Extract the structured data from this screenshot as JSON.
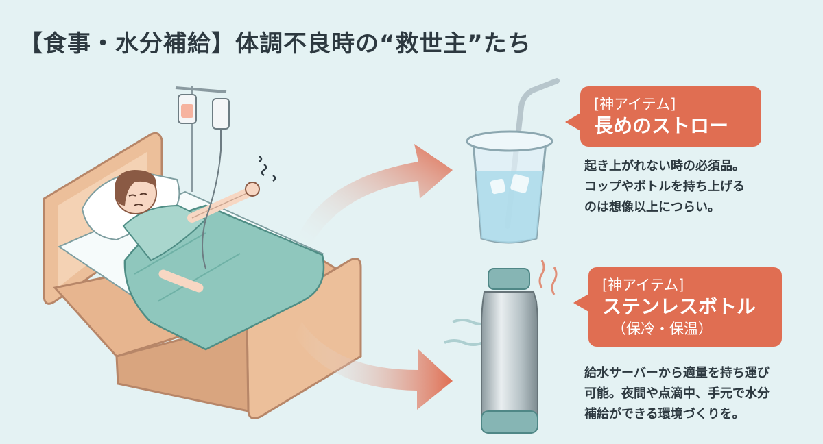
{
  "title": "【食事・水分補給】体調不良時の“救世主”たち",
  "items": [
    {
      "tag": "[神アイテム]",
      "name": "長めのストロー",
      "description": "起き上がれない時の必須品。\nコップやボトルを持ち上げる\nのは想像以上につらい。",
      "icon": "straw-cup-icon"
    },
    {
      "tag": "[神アイテム]",
      "name": "ステンレスボトル",
      "sub": "（保冷・保温）",
      "description": "給水サーバーから適量を持ち運び\n可能。夜間や点滴中、手元で水分\n補給ができる環境づくりを。",
      "icon": "stainless-bottle-icon"
    }
  ],
  "colors": {
    "background": "#e4f2f3",
    "accent": "#e06e52",
    "text": "#2d3940",
    "blanket": "#8fc7bd",
    "bed_wood": "#ecbf9a"
  }
}
